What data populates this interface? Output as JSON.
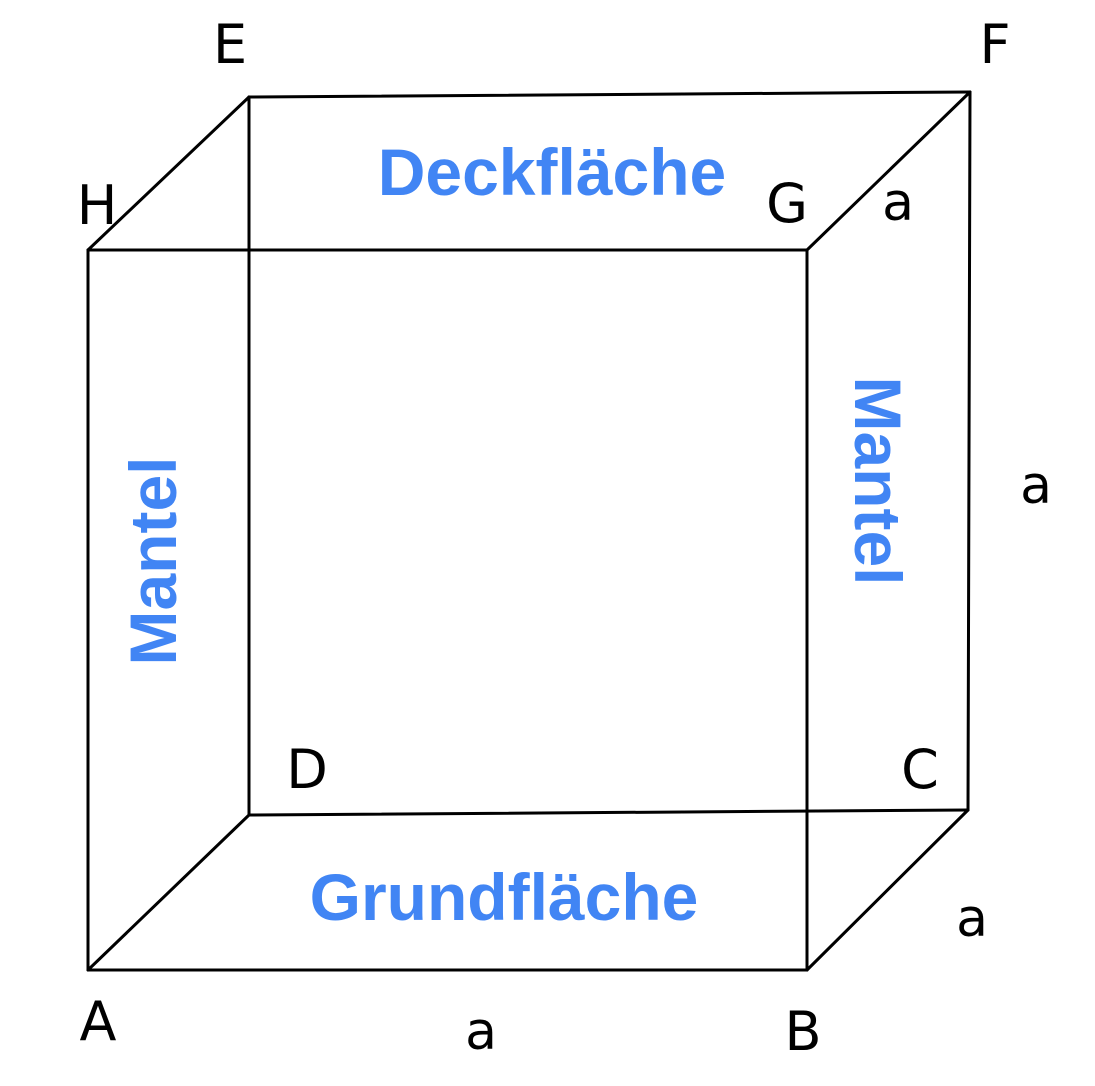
{
  "colors": {
    "face_label": "#4185f4",
    "edges": "#000000",
    "background": "#ffffff"
  },
  "vertices": {
    "A": "A",
    "B": "B",
    "C": "C",
    "D": "D",
    "E": "E",
    "F": "F",
    "G": "G",
    "H": "H"
  },
  "faces": {
    "top": "Deckfläche",
    "bottom": "Grundfläche",
    "left_side": "Mantel",
    "right_side": "Mantel"
  },
  "edge_labels": {
    "bottom": "a",
    "depth_bottom": "a",
    "height_right": "a",
    "depth_top": "a"
  }
}
